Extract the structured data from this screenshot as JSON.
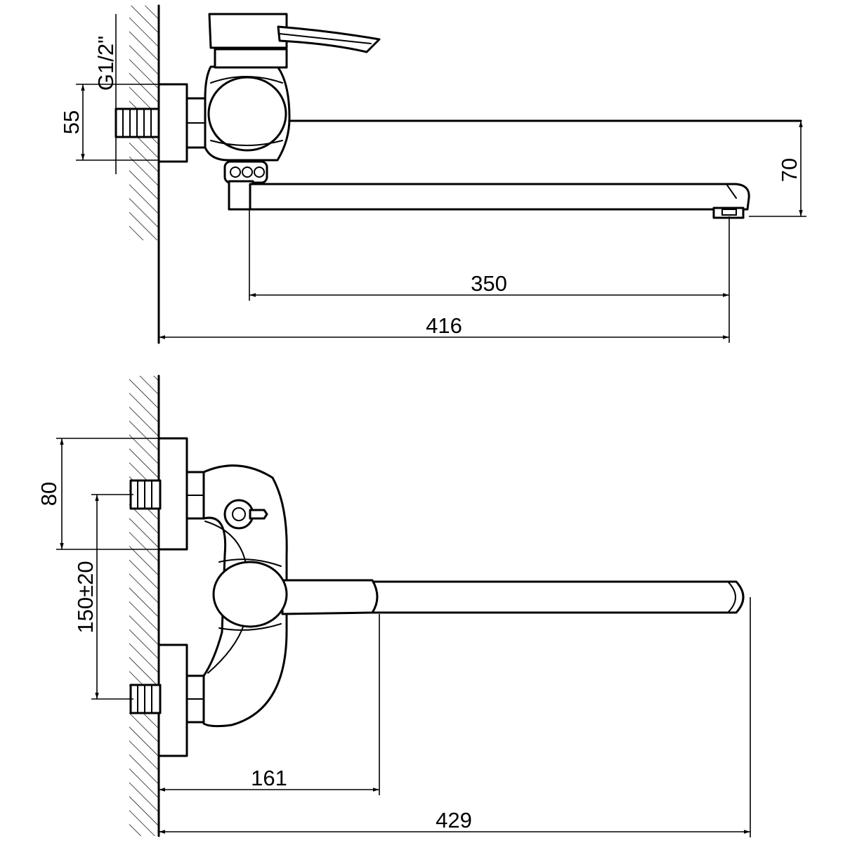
{
  "side_view": {
    "thread_label": "G1/2\"",
    "dim_connection_height": "55",
    "dim_spout_height": "70",
    "dim_spout_reach": "350",
    "dim_total_length": "416"
  },
  "top_view": {
    "dim_body_width": "80",
    "dim_inlet_spacing": "150±20",
    "dim_handle_offset": "161",
    "dim_total_length": "429"
  }
}
